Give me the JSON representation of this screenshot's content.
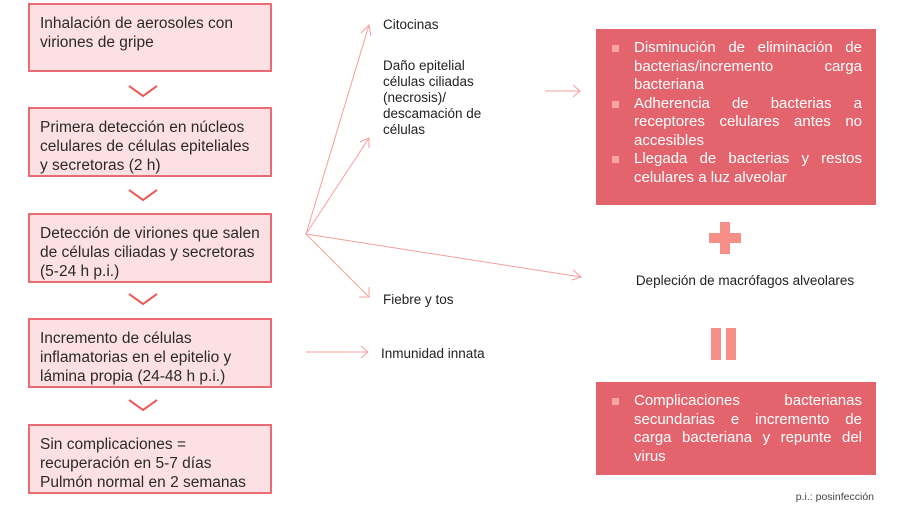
{
  "flow_steps": [
    {
      "text": "Inhalación de aerosoles con viriones de gripe"
    },
    {
      "text": "Primera detección en núcleos celulares de células epiteliales y secretoras (2 h)"
    },
    {
      "text": "Detección de viriones que salen de células ciliadas y secretoras (5-24 h p.i.)"
    },
    {
      "text": "Incremento de células inflamatorias en el epitelio y lámina propia (24-48 h p.i.)"
    },
    {
      "text": "Sin complicaciones = recuperación en 5-7 días Pulmón normal en 2 semanas"
    }
  ],
  "effects": {
    "citocinas": "Citocinas",
    "dano": "Daño epitelial células ciliadas (necrosis)/ descamación de células",
    "fiebre": "Fiebre y tos",
    "inmunidad": "Inmunidad innata"
  },
  "consequences_box": {
    "items": [
      "Disminución de eliminación de bacterias/incremento carga bacteriana",
      "Adherencia de bacterias a receptores celulares antes no accesibles",
      "Llegada de bacterias y restos celulares a luz alveolar"
    ]
  },
  "plus_symbol": "+",
  "depletion_text": "Depleción de macrófagos alveolares",
  "equals_symbol": "=",
  "result_box": {
    "items": [
      "Complicaciones bacterianas secundarias e incremento de carga bacteriana y repunte del virus"
    ]
  },
  "footnote": "p.i.: posinfección",
  "colors": {
    "box_fill": "#fde0e3",
    "box_border": "#ec6b73",
    "accent_box": "#e3646d",
    "arrow": "#f4a09c",
    "symbol": "#f68f87"
  }
}
